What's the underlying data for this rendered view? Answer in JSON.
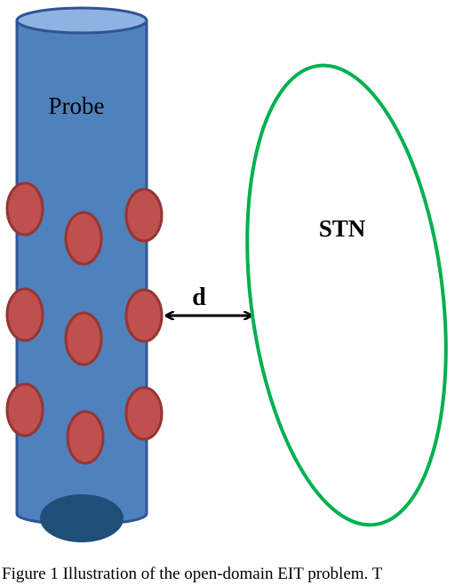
{
  "probe": {
    "label": "Probe",
    "body_color": "#4f81bd",
    "outline_color": "#2f5496",
    "top_cap_color": "#8db3e2",
    "bottom_cap_color": "#1f4e79"
  },
  "electrodes": {
    "fill_color": "#c0504d",
    "outline_color": "#943634",
    "count": 9
  },
  "stn": {
    "label": "STN",
    "outline_color": "#00b050"
  },
  "distance": {
    "label": "d",
    "arrow_color": "#000000"
  },
  "caption": {
    "text": "Figure 1  Illustration of the open-domain EIT problem. T"
  }
}
